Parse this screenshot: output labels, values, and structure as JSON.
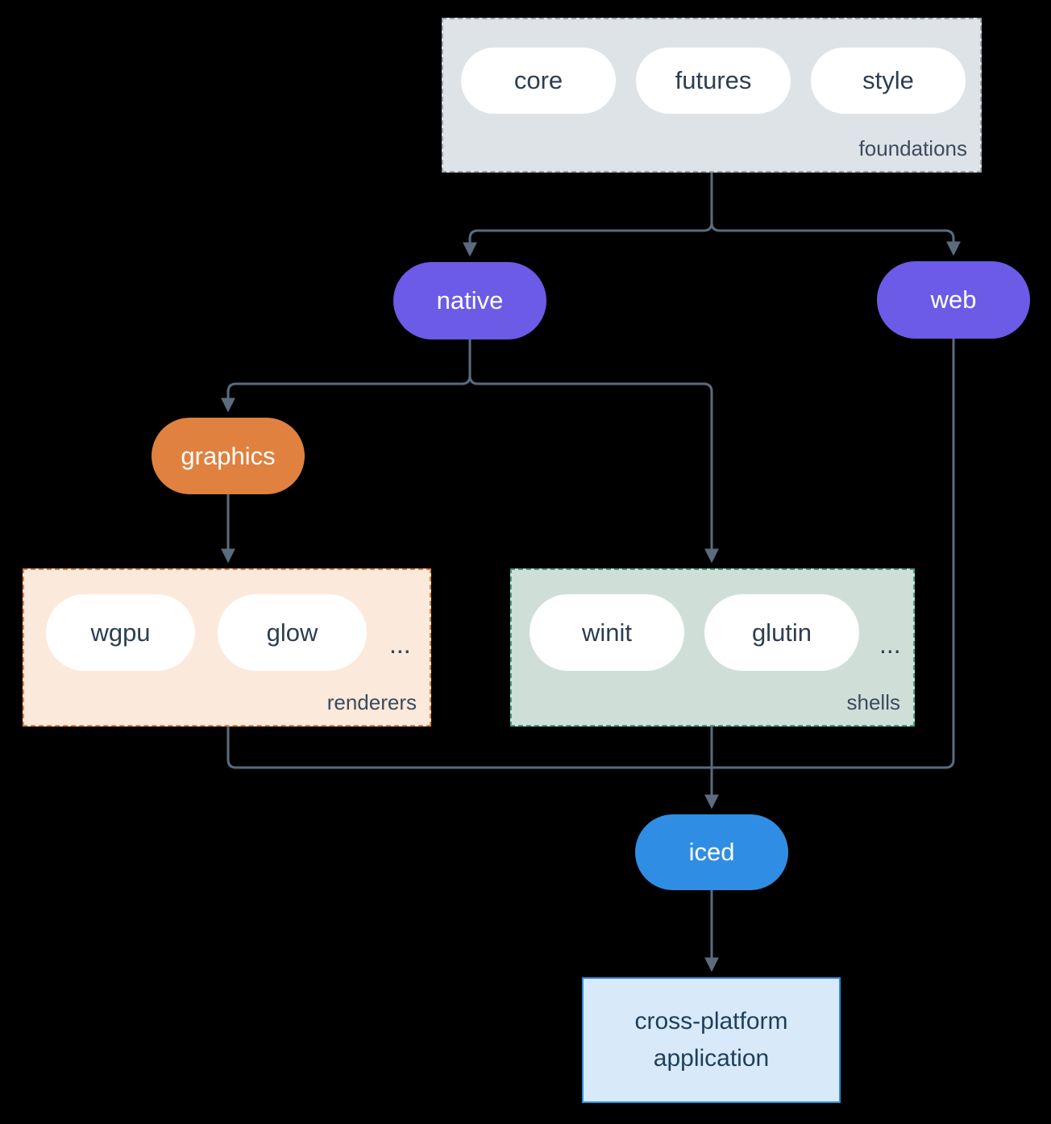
{
  "colors": {
    "background": "#000000",
    "connector": "#5a6c7d",
    "purple_node": "#6b5be6",
    "orange_node": "#e08140",
    "blue_node": "#2f8ee3",
    "foundations_fill": "#dee3e7",
    "renderers_fill": "#fbe9db",
    "shells_fill": "#cfdfd8",
    "app_fill": "#d8eafa"
  },
  "groups": {
    "foundations": {
      "label": "foundations",
      "items": [
        "core",
        "futures",
        "style"
      ]
    },
    "renderers": {
      "label": "renderers",
      "items": [
        "wgpu",
        "glow",
        "..."
      ]
    },
    "shells": {
      "label": "shells",
      "items": [
        "winit",
        "glutin",
        "..."
      ]
    }
  },
  "nodes": {
    "native": "native",
    "web": "web",
    "graphics": "graphics",
    "iced": "iced",
    "app": "cross-platform application"
  }
}
